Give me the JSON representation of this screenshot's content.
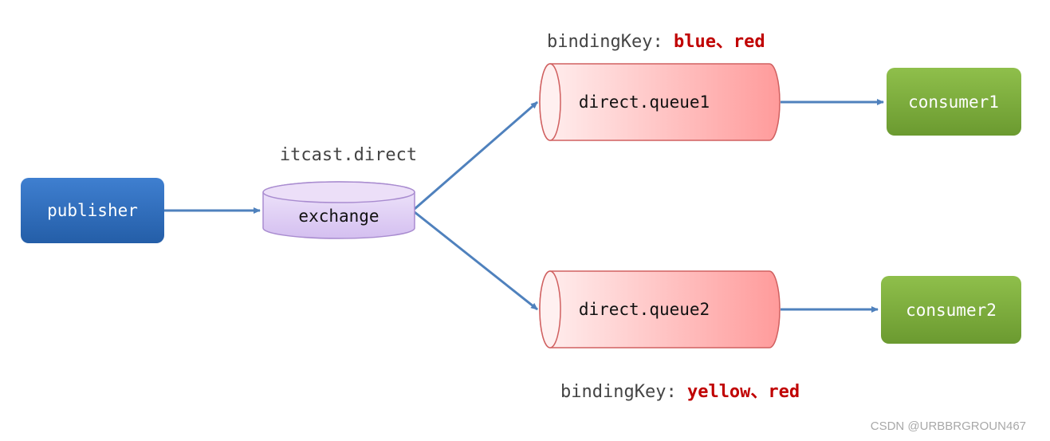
{
  "exchange": {
    "name": "itcast.direct",
    "label": "exchange"
  },
  "publisher": {
    "label": "publisher"
  },
  "queues": [
    {
      "label": "direct.queue1",
      "binding_prefix": "bindingKey: ",
      "binding_keys": "blue、red"
    },
    {
      "label": "direct.queue2",
      "binding_prefix": "bindingKey: ",
      "binding_keys": "yellow、red"
    }
  ],
  "consumers": [
    {
      "label": "consumer1"
    },
    {
      "label": "consumer2"
    }
  ],
  "colors": {
    "publisher": "#2e6bb8",
    "exchange": "#d9c6ef",
    "queue": "#ff9d9d",
    "consumer": "#79a83a",
    "arrow": "#4f81bd",
    "binding_key": "#c00000"
  },
  "watermark": "CSDN @URBBRGROUN467"
}
